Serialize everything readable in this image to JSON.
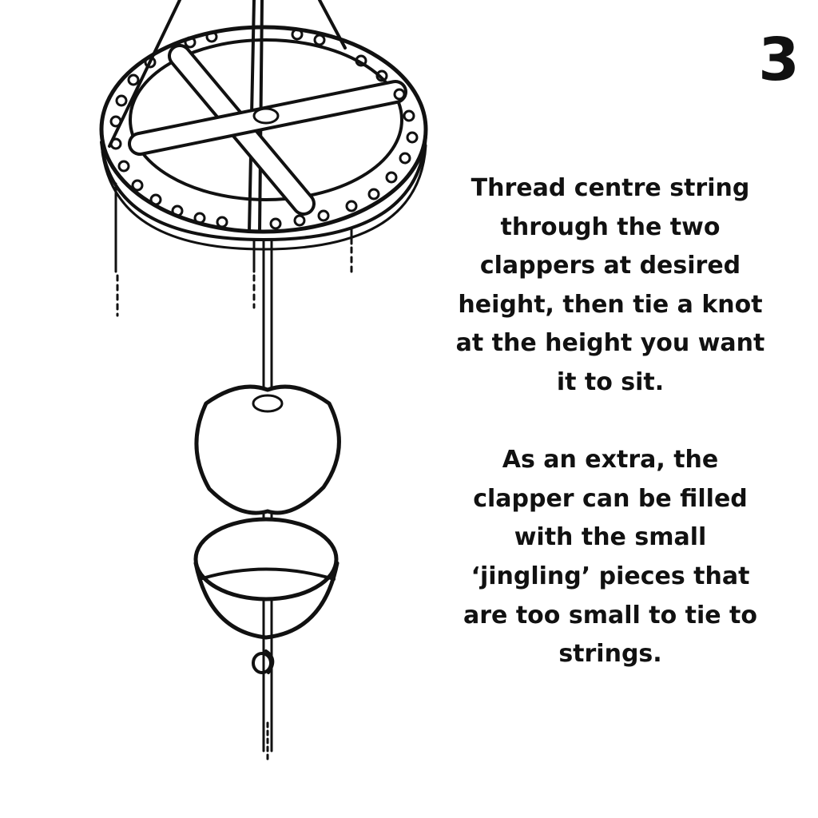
{
  "step": {
    "number": "3"
  },
  "instructions": {
    "paragraph1": [
      "Thread centre string",
      "through the  two",
      "clappers at desired",
      "height, then tie a knot",
      "at the height you want",
      "it to sit."
    ],
    "paragraph2": [
      "As an extra, the",
      "clapper can be filled",
      "with the small",
      "‘jingling’ pieces that",
      "are too small to tie to",
      "strings."
    ]
  }
}
